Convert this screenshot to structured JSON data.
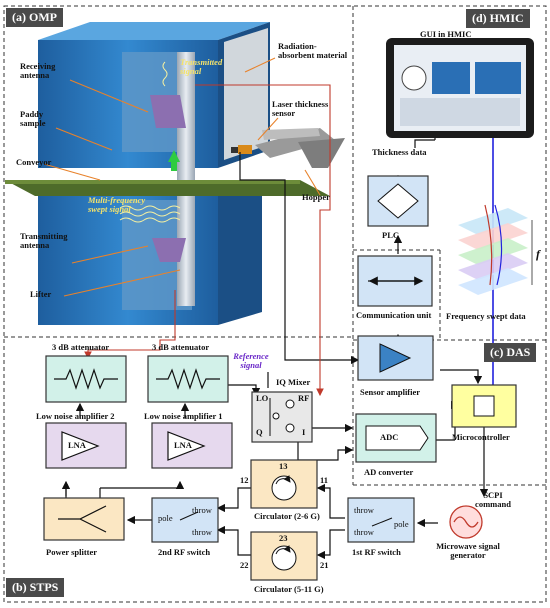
{
  "sections": {
    "omp": "(a) OMP",
    "hmic": "(d) HMIC",
    "das": "(c) DAS",
    "stps": "(b) STPS"
  },
  "omp": {
    "receiving_antenna": "Receiving antenna",
    "paddy_sample": "Paddy sample",
    "conveyor": "Conveyor",
    "transmitting_antenna": "Transmitting antenna",
    "lifter": "Lifter",
    "transmitted_signal": "Transmitted signal",
    "radiation_material": "Radiation-absorbent material",
    "laser_sensor": "Laser thickness sensor",
    "hopper": "Hopper",
    "swept_signal": "Multi-frequency swept signal"
  },
  "hmic": {
    "gui_title": "GUI in HMIC",
    "thickness_data": "Thickness data",
    "plc": "PLC",
    "comm_unit": "Communication unit",
    "freq_data": "Frequency swept data",
    "f_symbol": "f"
  },
  "das": {
    "sensor_amp": "Sensor amplifier",
    "adc_label": "ADC",
    "ad_converter": "AD converter",
    "microcontroller": "Microcontroller",
    "scpi": "SCPI command"
  },
  "stps": {
    "att_2": "3 dB attenuator",
    "att_1": "3 dB attenuator",
    "reference_signal": "Reference signal",
    "iq_mixer": "IQ Mixer",
    "lo": "LO",
    "rf": "RF",
    "q": "Q",
    "i": "I",
    "lna_text_2": "LNA",
    "lna_text_1": "LNA",
    "lna_2": "Low noise amplifier 2",
    "lna_1": "Low noise amplifier 1",
    "power_splitter": "Power splitter",
    "switch_2": "2nd RF switch",
    "switch_1": "1st RF switch",
    "pole": "pole",
    "throw": "throw",
    "circ_a": "Circulator (2-6 G)",
    "circ_b": "Circulator (5-11 G)",
    "port_12": "12",
    "port_13": "13",
    "port_11": "11",
    "port_22": "22",
    "port_23": "23",
    "port_21": "21",
    "mw_gen": "Microwave signal generator"
  },
  "colors": {
    "machine_blue": "#2f7fc4",
    "conveyor_green": "#4e6b2a",
    "lna_fill": "#e6d9ee",
    "amp_fill": "#d2f1e9",
    "circ_fill": "#fbe7c3",
    "ctrl_fill": "#ffffa0",
    "dbox_fill": "#d2e4f6",
    "red_line": "#c0392b",
    "blue_line": "#2222dd"
  }
}
